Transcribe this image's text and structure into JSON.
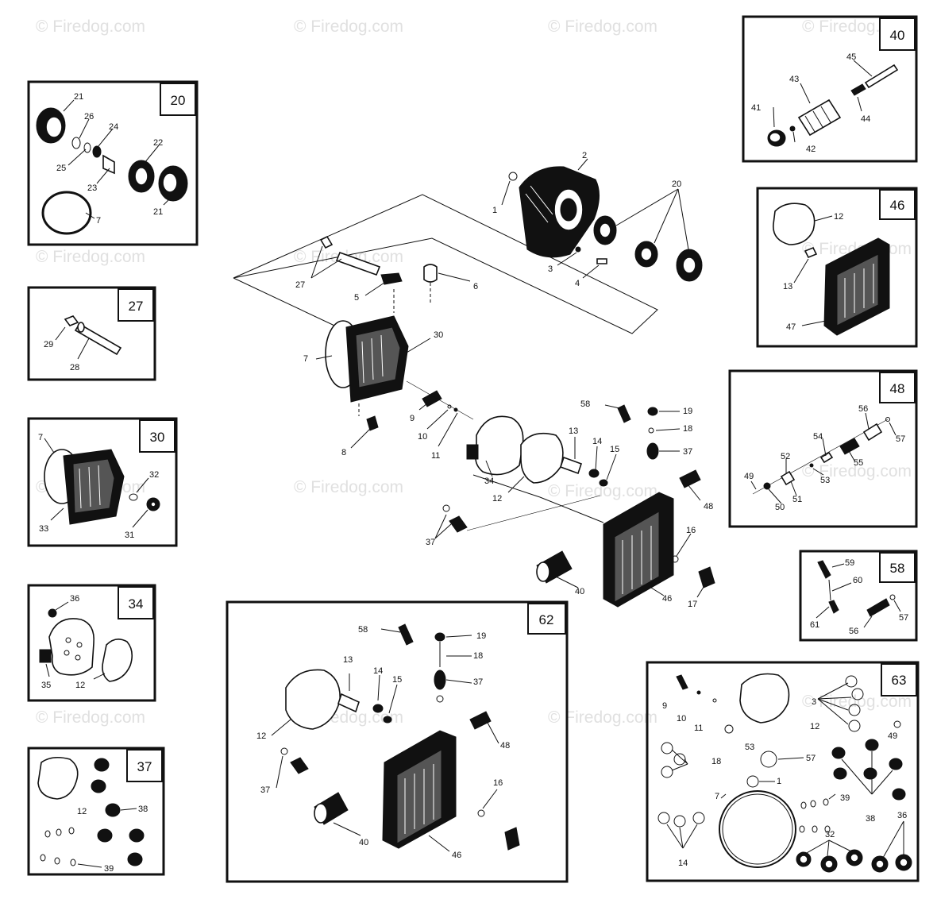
{
  "watermark": "© Firedog.com",
  "insets": {
    "i20": {
      "tag": "20",
      "labels": [
        "21",
        "26",
        "24",
        "25",
        "22",
        "23",
        "21",
        "7"
      ]
    },
    "i27": {
      "tag": "27",
      "labels": [
        "29",
        "28"
      ]
    },
    "i30": {
      "tag": "30",
      "labels": [
        "7",
        "32",
        "33",
        "31"
      ]
    },
    "i34": {
      "tag": "34",
      "labels": [
        "36",
        "35",
        "12"
      ]
    },
    "i37": {
      "tag": "37",
      "labels": [
        "12",
        "38",
        "39"
      ]
    },
    "i40": {
      "tag": "40",
      "labels": [
        "45",
        "43",
        "41",
        "44",
        "42"
      ]
    },
    "i46": {
      "tag": "46",
      "labels": [
        "12",
        "13",
        "47"
      ]
    },
    "i48": {
      "tag": "48",
      "labels": [
        "56",
        "57",
        "54",
        "52",
        "55",
        "49",
        "53",
        "51",
        "50"
      ]
    },
    "i58": {
      "tag": "58",
      "labels": [
        "59",
        "60",
        "57",
        "61",
        "56"
      ]
    },
    "i62": {
      "tag": "62",
      "labels": [
        "58",
        "19",
        "18",
        "13",
        "14",
        "15",
        "37",
        "12",
        "48",
        "37",
        "16",
        "40",
        "46"
      ]
    },
    "i63": {
      "tag": "63",
      "labels": [
        "9",
        "10",
        "11",
        "3",
        "12",
        "49",
        "53",
        "57",
        "18",
        "1",
        "7",
        "39",
        "38",
        "36",
        "14",
        "32"
      ]
    }
  },
  "main_labels": [
    "2",
    "20",
    "1",
    "3",
    "4",
    "27",
    "6",
    "5",
    "30",
    "7",
    "9",
    "10",
    "11",
    "8",
    "58",
    "19",
    "18",
    "37",
    "13",
    "14",
    "15",
    "34",
    "12",
    "48",
    "37",
    "16",
    "40",
    "46",
    "17"
  ]
}
